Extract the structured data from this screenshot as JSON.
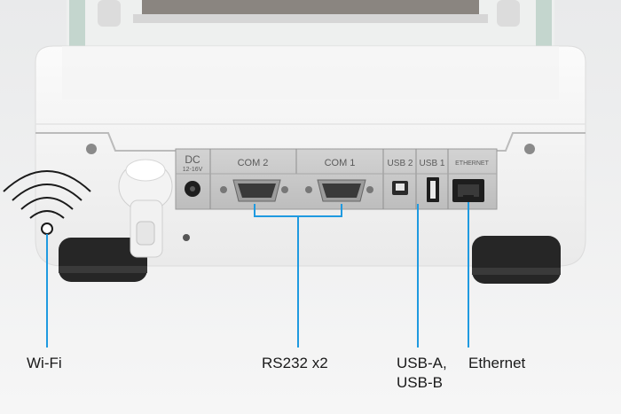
{
  "panel": {
    "dc_title": "DC",
    "dc_rating": "12-16V",
    "com2": "COM 2",
    "com1": "COM 1",
    "usb2": "USB 2",
    "usb1": "USB 1",
    "ethernet": "ETHERNET"
  },
  "callouts": {
    "wifi": "Wi-Fi",
    "rs232": "RS232 x2",
    "usb": "USB-A,\nUSB-B",
    "ethernet": "Ethernet"
  },
  "colors": {
    "accent": "#1f9ae0",
    "housing": "#f7f7f7",
    "panel": "#c9c9c9",
    "feet": "#2a2a2a"
  },
  "icons": [
    "wifi-icon",
    "dc-jack-icon",
    "db9-port-icon",
    "usb-b-port-icon",
    "usb-a-port-icon",
    "rj45-port-icon"
  ]
}
